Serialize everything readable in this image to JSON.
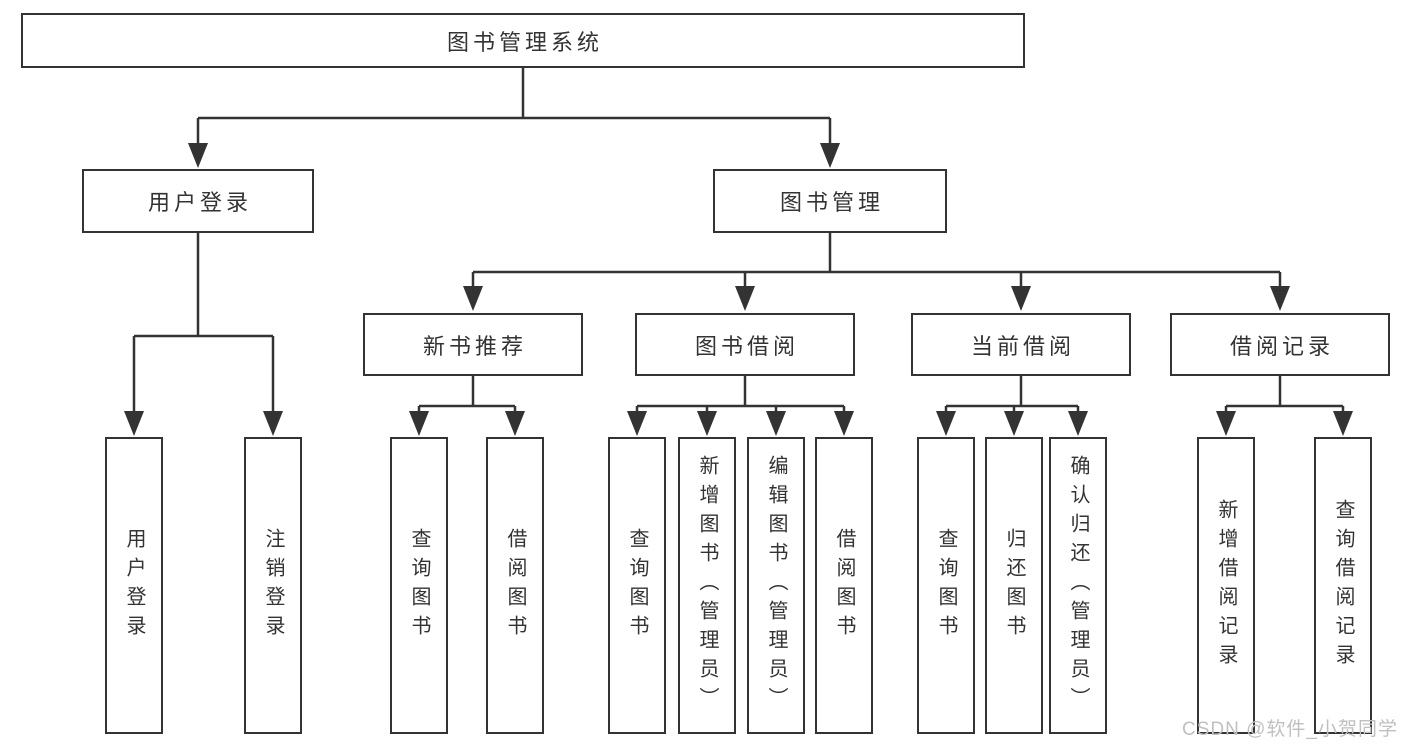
{
  "colors": {
    "line": "#333333",
    "box_fill": "#ffffff",
    "text": "#333333",
    "watermark": "#c0c0c0",
    "background": "#ffffff"
  },
  "watermark": "CSDN @软件_小贺同学",
  "tree": {
    "root": "图书管理系统",
    "user_login": {
      "label": "用户登录",
      "children": {
        "login": "用户登录",
        "logout": "注销登录"
      }
    },
    "book_management": {
      "label": "图书管理",
      "sections": {
        "new_book_recommend": {
          "label": "新书推荐",
          "children": {
            "query": "查询图书",
            "borrow": "借阅图书"
          }
        },
        "book_borrowing": {
          "label": "图书借阅",
          "children": {
            "query": "查询图书",
            "add": "新增图书（管理员）",
            "edit": "编辑图书（管理员）",
            "borrow": "借阅图书"
          }
        },
        "current_borrowing": {
          "label": "当前借阅",
          "children": {
            "query": "查询图书",
            "return": "归还图书",
            "confirm_return": "确认归还（管理员）"
          }
        },
        "borrow_records": {
          "label": "借阅记录",
          "children": {
            "add": "新增借阅记录",
            "query": "查询借阅记录"
          }
        }
      }
    }
  }
}
